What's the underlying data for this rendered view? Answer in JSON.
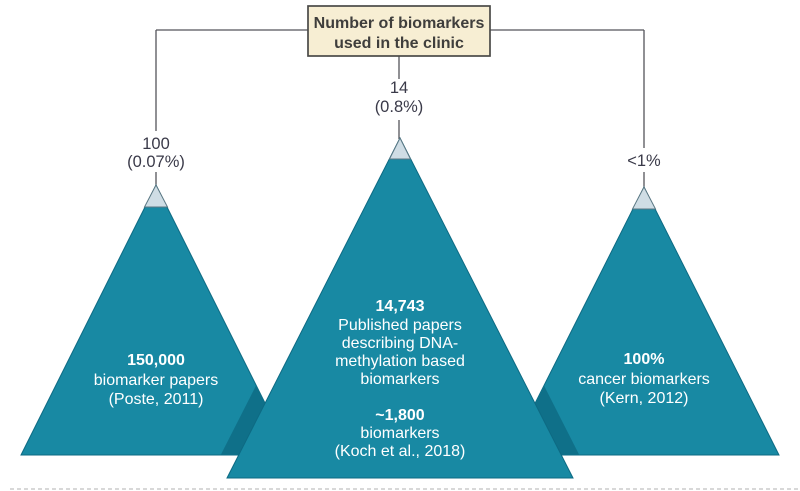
{
  "figure": {
    "title_box": {
      "line1": "Number of biomarkers",
      "line2": "used in the clinic"
    },
    "branches": {
      "left": {
        "value": "100",
        "percent": "(0.07%)"
      },
      "center": {
        "value": "14",
        "percent": "(0.8%)"
      },
      "right": {
        "value": "<1%"
      }
    },
    "pyramids": {
      "left": {
        "stat": "150,000",
        "label": "biomarker papers",
        "citation": "(Poste, 2011)"
      },
      "center": {
        "stat": "14,743",
        "label_lines": [
          "Published papers",
          "describing DNA-",
          "methylation based",
          "biomarkers"
        ],
        "stat2": "~1,800",
        "label2": "biomarkers",
        "citation": "(Koch et al., 2018)"
      },
      "right": {
        "stat": "100%",
        "label": "cancer biomarkers",
        "citation": "(Kern, 2012)"
      }
    },
    "colors": {
      "pyramid": "#1889a3",
      "shadow": "#0f7089",
      "tip": "#cfdde5",
      "tip_edge": "#5b7884",
      "edge": "#0d6a83",
      "box_fill": "#f7eed3",
      "box_border": "#4a4a48",
      "connector": "#55555a",
      "label_text": "#3a3a49",
      "white_text": "#ffffff"
    }
  }
}
